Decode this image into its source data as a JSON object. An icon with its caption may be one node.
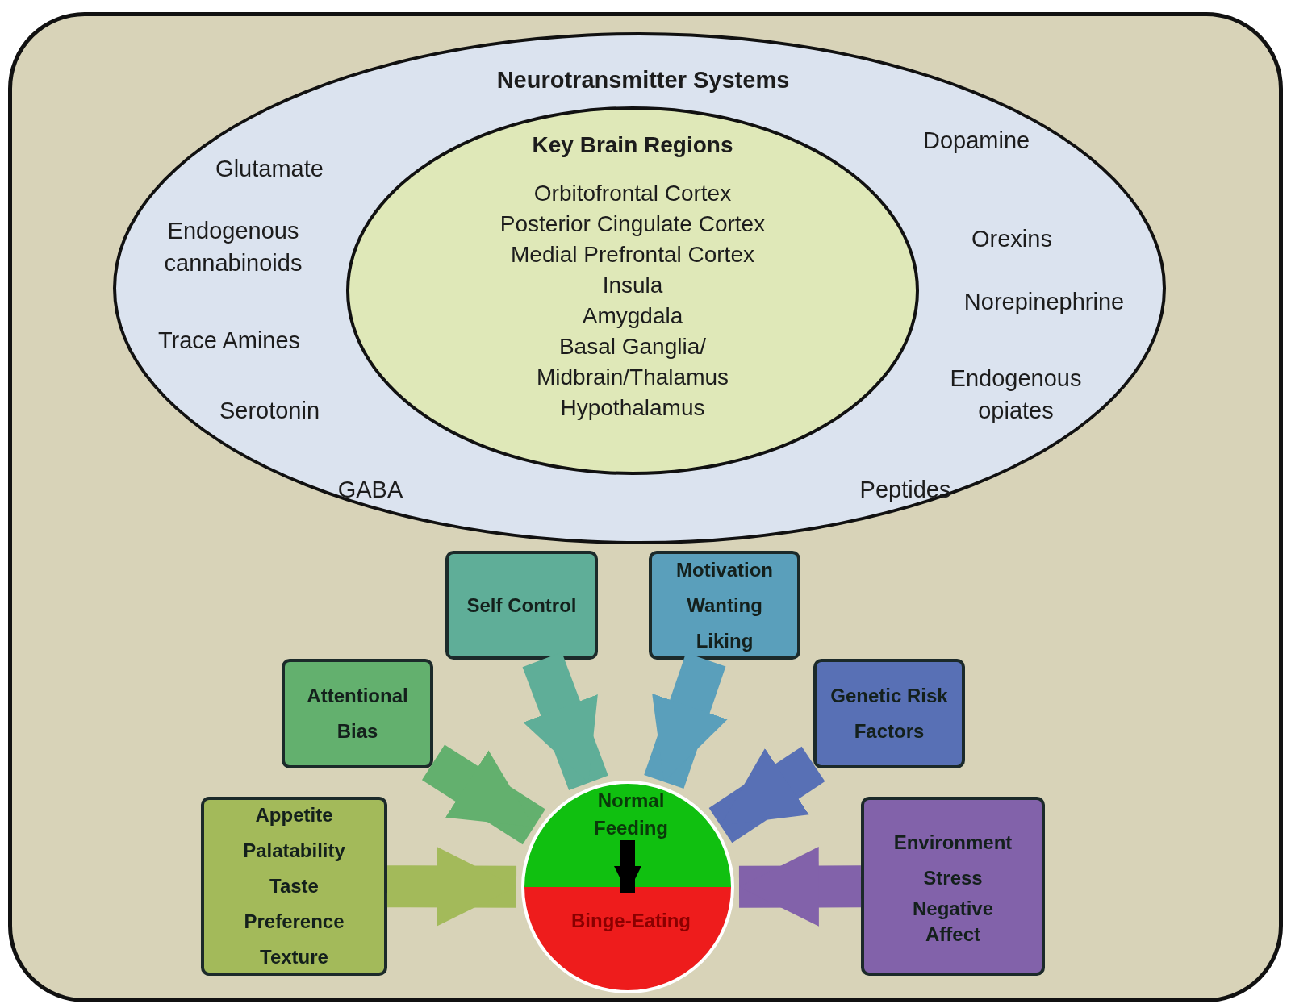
{
  "diagram": {
    "nodes": [
      {
        "text": [
          "Neurotransmitter Systems",
          "Glutamate",
          "Endogenous cannabinoids",
          "Trace Amines",
          "Serotonin",
          "GABA",
          "Dopamine",
          "Orexins",
          "Norepinephrine",
          "Endogenous opiates",
          "Peptides"
        ]
      },
      {
        "text": [
          "Key Brain Regions",
          "Orbitofrontal Cortex",
          "Posterior Cingulate Cortex",
          "Medial Prefrontal Cortex",
          "Insula",
          "Amygdala",
          "Basal Ganglia/ Midbrain/Thalamus",
          "Hypothalamus"
        ],
        "in": 0
      },
      {
        "text": [
          "Self Control"
        ]
      },
      {
        "text": [
          "Motivation",
          "Wanting",
          "Liking"
        ]
      },
      {
        "text": [
          "Attentional Bias"
        ]
      },
      {
        "text": [
          "Genetic Risk Factors"
        ]
      },
      {
        "text": [
          "Appetite",
          "Palatability",
          "Taste",
          "Preference",
          "Texture"
        ]
      },
      {
        "text": [
          "Environment",
          "Stress",
          "Negative Affect"
        ]
      },
      {
        "text": [],
        "shape": "circle"
      },
      {
        "text": [
          "Normal Feeding"
        ],
        "in": 8
      },
      {
        "text": [
          "Binge-Eating"
        ],
        "in": 8
      }
    ],
    "edges": [
      {
        "from": 2,
        "to": 8,
        "arrow": "to",
        "color": "#5fae98"
      },
      {
        "from": 3,
        "to": 8,
        "arrow": "to",
        "color": "#5a9fbb"
      },
      {
        "from": 4,
        "to": 8,
        "arrow": "to",
        "color": "#63b06e"
      },
      {
        "from": 5,
        "to": 8,
        "arrow": "to",
        "color": "#5870b5"
      },
      {
        "from": 6,
        "to": 8,
        "arrow": "to",
        "color": "#a3ba5a"
      },
      {
        "from": 7,
        "to": 8,
        "arrow": "to",
        "color": "#8262aa"
      },
      {
        "from": 9,
        "to": 10,
        "arrow": "to",
        "color": "#000000"
      }
    ]
  }
}
